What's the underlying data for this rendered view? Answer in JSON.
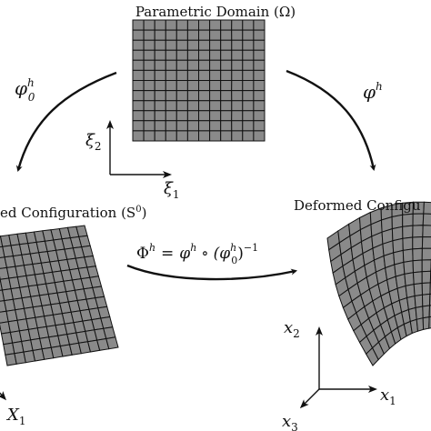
{
  "labels": {
    "parametric_domain": "Parametric Domain (Ω)",
    "reference_config": "ed Configuration (S",
    "reference_config_sup": "0",
    "reference_config_end": ")",
    "deformed_config": "Deformed Configu",
    "map_phi0": "φ",
    "map_phi0_sup": "h",
    "map_phi0_sub": "0",
    "map_phi": "φ",
    "map_phi_sup": "h",
    "composite_lhs": "Φ",
    "composite_lhs_sup": "h",
    "composite_eq": "=",
    "composite_rhs_a": "φ",
    "composite_rhs_a_sup": "h",
    "composite_circ": "∘",
    "composite_rhs_b": "(φ",
    "composite_rhs_b_sup": "h",
    "composite_rhs_b_sub": "0",
    "composite_rhs_end": ")",
    "composite_inv": "−1"
  },
  "axes": {
    "xi1": "ξ",
    "xi1_sub": "1",
    "xi2": "ξ",
    "xi2_sub": "2",
    "X1": "X",
    "X1_sub": "1",
    "x1": "x",
    "x1_sub": "1",
    "x2": "x",
    "x2_sub": "2",
    "x3": "x",
    "x3_sub": "3"
  },
  "mesh": {
    "parametric_divisions": 12,
    "reference_divisions": 12,
    "deformed_divisions": 11
  }
}
